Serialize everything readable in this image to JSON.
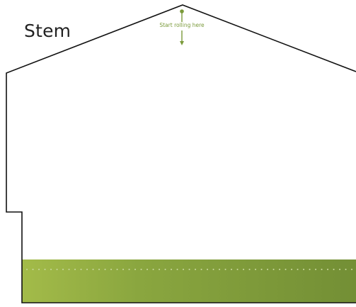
{
  "diagram": {
    "title": "Stem",
    "instruction": "Start rolling here"
  },
  "colors": {
    "outline": "#111111",
    "accent": "#7a9a3a",
    "band_light": "#a3bb49",
    "band_dark": "#738f35",
    "band_dots": "#c7d69a",
    "title": "#222222"
  },
  "icons": {
    "start_marker": "pin-with-down-arrow-icon",
    "rolling_guide": "dotted-line"
  }
}
